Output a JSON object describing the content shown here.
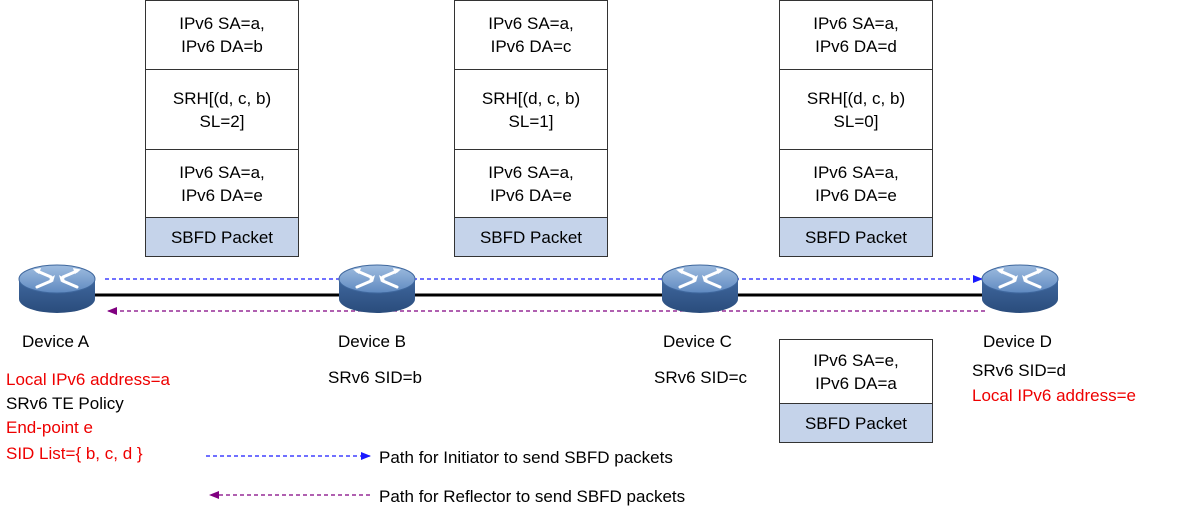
{
  "devices": [
    {
      "id": "A",
      "name": "Device A"
    },
    {
      "id": "B",
      "name": "Device B",
      "sid": "SRv6 SID=b"
    },
    {
      "id": "C",
      "name": "Device C",
      "sid": "SRv6 SID=c"
    },
    {
      "id": "D",
      "name": "Device D",
      "sid": "SRv6 SID=d",
      "local": "Local IPv6 address=e"
    }
  ],
  "device_a_info": {
    "local": "Local IPv6 address=a",
    "policy": "SRv6 TE Policy",
    "endpoint": "End-point e",
    "sidlist": "SID List={ b, c, d }"
  },
  "packets": [
    {
      "outer": [
        "IPv6 SA=a,",
        "IPv6 DA=b"
      ],
      "srh": [
        "SRH[(d, c, b)",
        "SL=2]"
      ],
      "inner": [
        "IPv6 SA=a,",
        "IPv6 DA=e"
      ],
      "payload": "SBFD Packet"
    },
    {
      "outer": [
        "IPv6 SA=a,",
        "IPv6 DA=c"
      ],
      "srh": [
        "SRH[(d, c, b)",
        "SL=1]"
      ],
      "inner": [
        "IPv6 SA=a,",
        "IPv6 DA=e"
      ],
      "payload": "SBFD Packet"
    },
    {
      "outer": [
        "IPv6 SA=a,",
        "IPv6 DA=d"
      ],
      "srh": [
        "SRH[(d, c, b)",
        "SL=0]"
      ],
      "inner": [
        "IPv6 SA=a,",
        "IPv6 DA=e"
      ],
      "payload": "SBFD Packet"
    }
  ],
  "return_packet": {
    "header": [
      "IPv6 SA=e,",
      "IPv6 DA=a"
    ],
    "payload": "SBFD Packet"
  },
  "legend": {
    "initiator": "Path for Initiator to send SBFD packets",
    "reflector": "Path for Reflector to send SBFD packets"
  },
  "colors": {
    "initiator": "#1a1aff",
    "reflector": "#800080",
    "local_text": "#ee0000",
    "sbfd_fill": "#c5d3ea",
    "router_body": "#4a72a6"
  }
}
